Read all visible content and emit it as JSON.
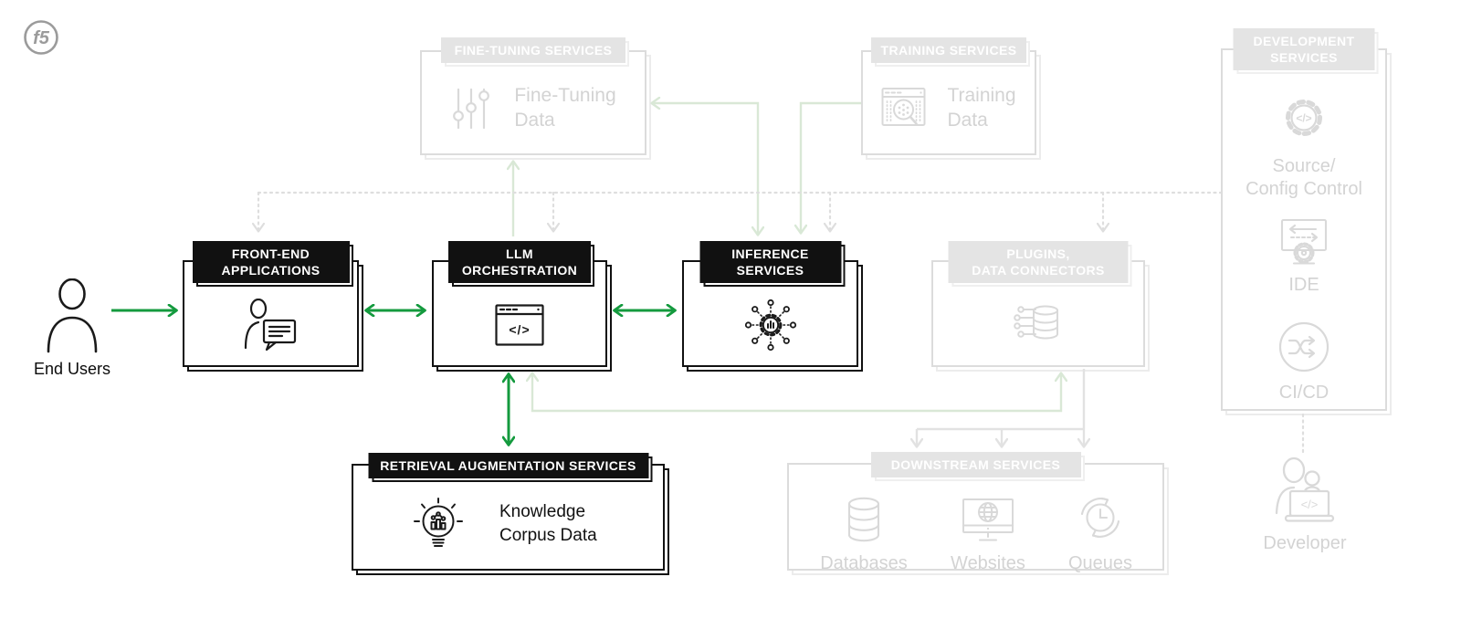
{
  "logo": {
    "text": "f5"
  },
  "colors": {
    "accent_green": "#149a3e",
    "faint_green": "#d9e8d6",
    "ghost_gray": "#dcdcdc",
    "ink": "#111111"
  },
  "nodes": {
    "end_users": {
      "label": "End Users"
    },
    "front_end": {
      "header": "FRONT-END\nAPPLICATIONS"
    },
    "llm_orchestration": {
      "header": "LLM\nORCHESTRATION"
    },
    "inference": {
      "header": "INFERENCE\nSERVICES"
    },
    "plugins": {
      "header": "PLUGINS,\nDATA CONNECTORS"
    },
    "fine_tuning": {
      "header": "FINE-TUNING SERVICES",
      "label": "Fine-Tuning\nData"
    },
    "training": {
      "header": "TRAINING SERVICES",
      "label": "Training\nData"
    },
    "development": {
      "header": "DEVELOPMENT\nSERVICES",
      "items": [
        {
          "label": "Source/\nConfig Control"
        },
        {
          "label": "IDE"
        },
        {
          "label": "CI/CD"
        }
      ],
      "person_label": "Developer"
    },
    "retrieval": {
      "header": "RETRIEVAL AUGMENTATION SERVICES",
      "label": "Knowledge\nCorpus Data"
    },
    "downstream": {
      "header": "DOWNSTREAM SERVICES",
      "items": [
        {
          "label": "Databases"
        },
        {
          "label": "Websites"
        },
        {
          "label": "Queues"
        }
      ]
    }
  },
  "glyphs": {
    "code": "</>"
  }
}
